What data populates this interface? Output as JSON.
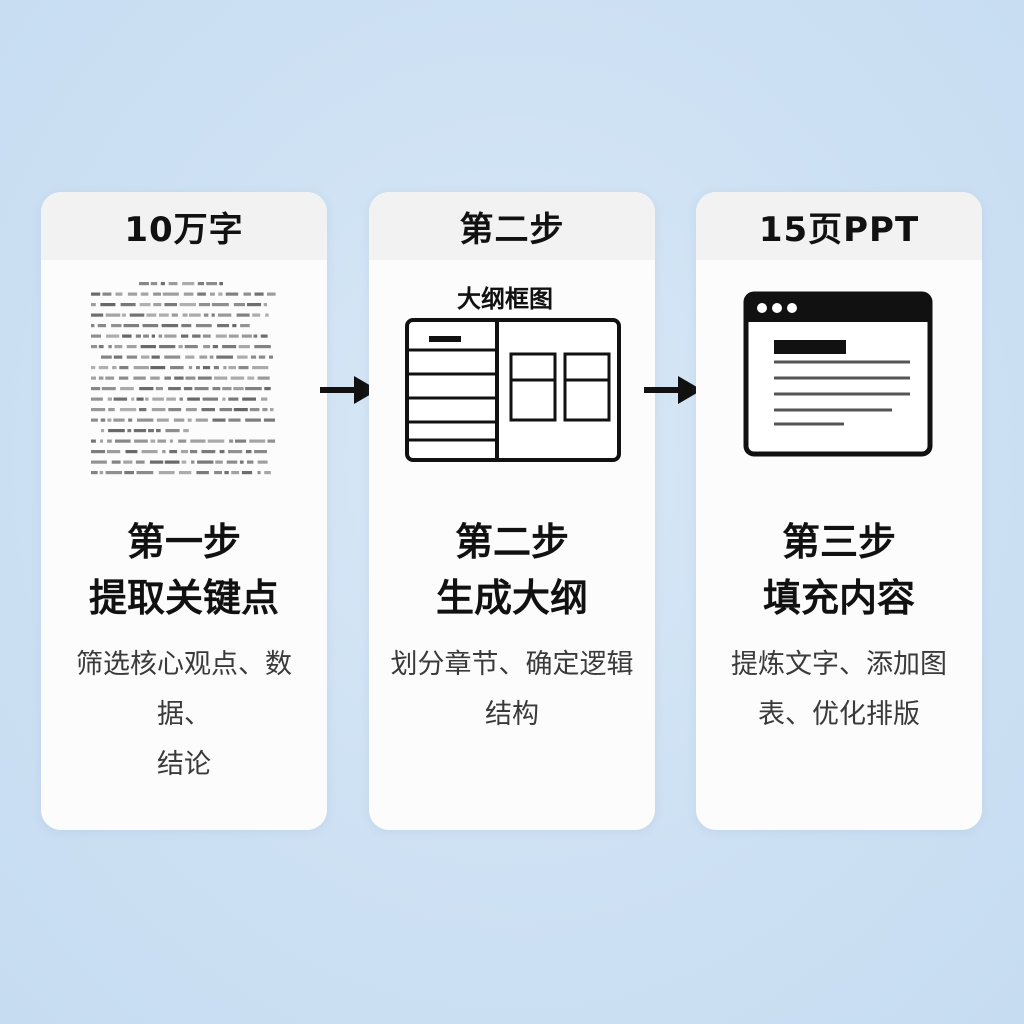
{
  "cards": [
    {
      "header": "10万字",
      "step_lines": [
        "第一步",
        "提取关键点"
      ],
      "desc_lines": [
        "筛选核心观点、数据、",
        "结论"
      ]
    },
    {
      "header": "第二步",
      "illustration_label": "大纲框图",
      "step_lines": [
        "第二步",
        "生成大纲"
      ],
      "desc_lines": [
        "划分章节、确定逻辑",
        "结构"
      ]
    },
    {
      "header": "15页PPT",
      "step_lines": [
        "第三步",
        "填充内容"
      ],
      "desc_lines": [
        "提炼文字、添加图",
        "表、优化排版"
      ]
    }
  ],
  "icons": [
    "document-text-icon",
    "outline-diagram-icon",
    "slide-window-icon",
    "arrow-right-icon"
  ],
  "colors": {
    "background": "#cfe2f4",
    "card": "#fcfcfc",
    "card_header": "#f2f2f2",
    "ink": "#111111"
  }
}
